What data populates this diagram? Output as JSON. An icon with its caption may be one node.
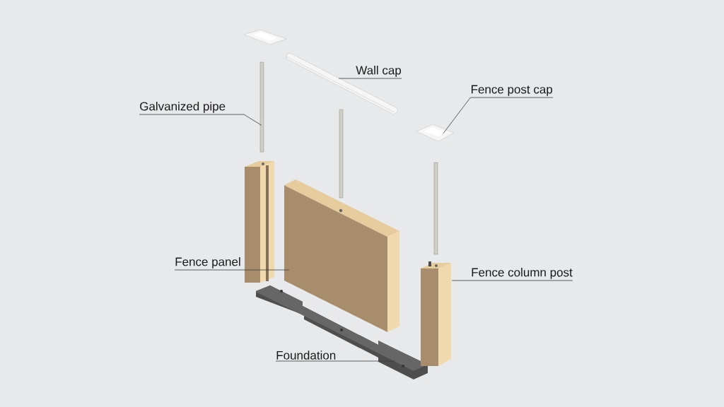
{
  "diagram": {
    "nodes": [
      {
        "text": [
          "Wall cap"
        ]
      },
      {
        "text": [
          "Fence post cap"
        ]
      },
      {
        "text": [
          "Galvanized pipe"
        ]
      },
      {
        "text": [
          "Fence panel"
        ]
      },
      {
        "text": [
          "Fence column post"
        ]
      },
      {
        "text": [
          "Foundation"
        ]
      },
      {
        "text": [],
        "shape": "picture"
      },
      {
        "text": [],
        "shape": "picture"
      },
      {
        "text": [],
        "shape": "bar"
      },
      {
        "text": [],
        "shape": "picture"
      },
      {
        "text": [],
        "shape": "box"
      },
      {
        "text": [],
        "shape": "picture"
      }
    ],
    "edges": [
      {
        "from": 0,
        "to": 6,
        "arrow": "none"
      },
      {
        "from": 1,
        "to": 7,
        "arrow": "none"
      },
      {
        "from": 2,
        "to": 8,
        "arrow": "none"
      },
      {
        "from": 3,
        "to": 9,
        "arrow": "none"
      },
      {
        "from": 4,
        "to": 10,
        "arrow": "none"
      },
      {
        "from": 5,
        "to": 11,
        "arrow": "none"
      }
    ]
  }
}
